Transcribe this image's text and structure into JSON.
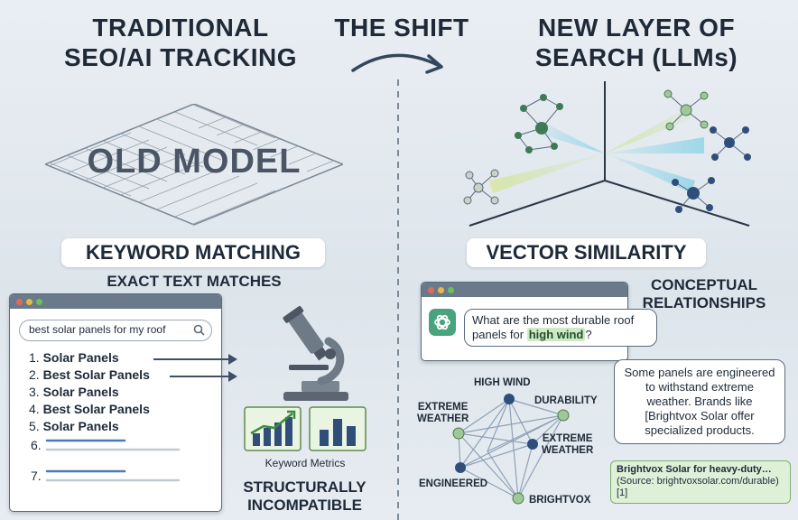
{
  "headings": {
    "left": [
      "TRADITIONAL",
      "SEO/AI TRACKING"
    ],
    "center": "THE SHIFT",
    "right": [
      "NEW LAYER OF",
      "SEARCH (LLMs)"
    ]
  },
  "left": {
    "grid_label": "OLD MODEL",
    "banner": "KEYWORD MATCHING",
    "subtitle": "EXACT TEXT MATCHES",
    "search_query": "best solar panels for my roof",
    "results": [
      {
        "num": "1.",
        "text": "Solar Panels"
      },
      {
        "num": "2.",
        "text": "Best Solar Panels"
      },
      {
        "num": "3.",
        "text": "Solar Panels"
      },
      {
        "num": "4.",
        "text": "Best Solar Panels"
      },
      {
        "num": "5.",
        "text": "Solar Panels"
      },
      {
        "num": "6.",
        "text": ""
      },
      {
        "num": "7.",
        "text": ""
      }
    ],
    "metrics_caption": "Keyword Metrics",
    "verdict": [
      "STRUCTURALLY",
      "INCOMPATIBLE"
    ]
  },
  "right": {
    "banner": "VECTOR SIMILARITY",
    "subtitle": [
      "CONCEPTUAL",
      "RELATIONSHIPS"
    ],
    "question": {
      "before": "What are the most durable roof panels for ",
      "highlight": "high wind",
      "after": "?"
    },
    "answer": "Some panels are engineered to withstand extreme weather. Brands like [Brightvox Solar offer specialized products.",
    "citation": {
      "title": "Brightvox Solar for heavy-duty…",
      "source": "(Source: brightvoxsolar.com/durable)",
      "ref": "[1]"
    },
    "nodes": {
      "high_wind": "HIGH WIND",
      "durability": "DURABILITY",
      "extreme_weather_left": [
        "EXTREME",
        "WEATHER"
      ],
      "extreme_weather_right": [
        "EXTREME",
        "WEATHER"
      ],
      "engineered": "ENGINEERED",
      "brightvox": "BRIGHTVOX"
    }
  },
  "colors": {
    "dark_navy": "#1e2a38",
    "node_navy": "#2f4f7a",
    "node_green": "#9ec89a",
    "highlight_green": "#cfe9c7",
    "citation_bg": "#dff0d8",
    "link_blue": "#4a79b8"
  },
  "icons": [
    "microscope-icon",
    "chart-icon",
    "chatgpt-icon",
    "search-icon",
    "arrow-icon"
  ]
}
